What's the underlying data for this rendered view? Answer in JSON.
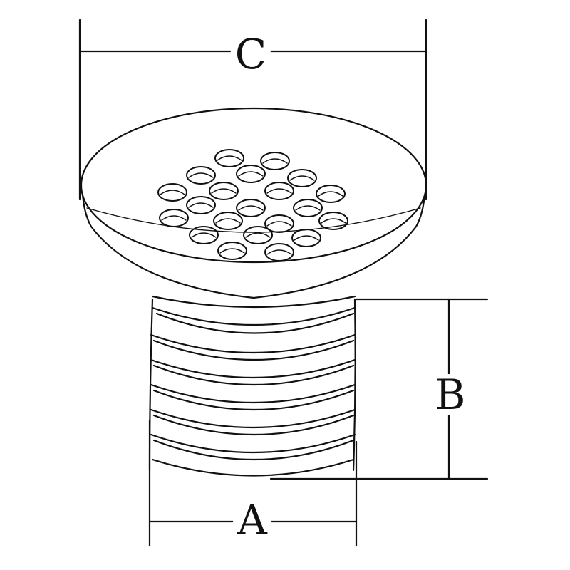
{
  "diagram": {
    "dimensions": {
      "c_label": "C",
      "b_label": "B",
      "a_label": "A"
    },
    "colors": {
      "line": "#111111",
      "background": "#ffffff"
    }
  }
}
